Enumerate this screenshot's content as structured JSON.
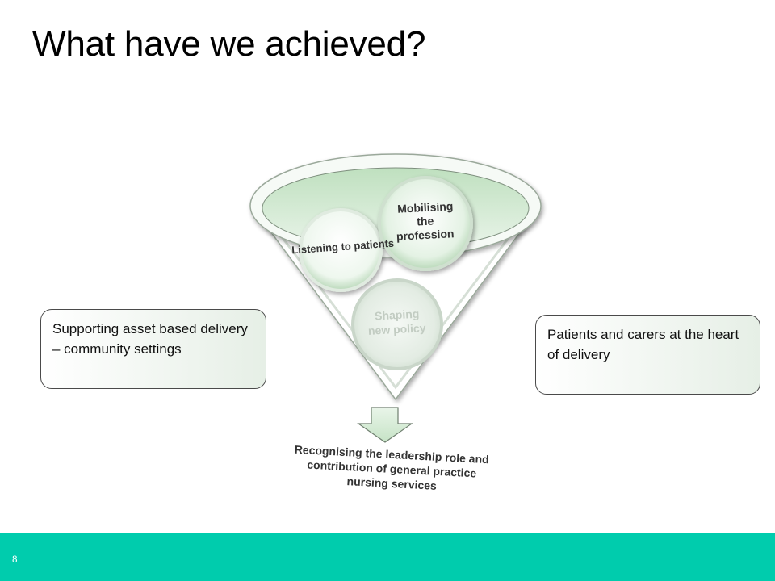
{
  "title": "What have we achieved?",
  "left_box": {
    "text": "Supporting asset based delivery –  community settings"
  },
  "right_box": {
    "text": "Patients and carers at the heart of delivery"
  },
  "diagram": {
    "circles": {
      "listening": "Listening to patients",
      "mobilising": [
        "Mobilising",
        "the",
        "profession"
      ],
      "shaping": [
        "Shaping",
        "new policy"
      ]
    },
    "outcome": [
      "Recognising the leadership role and",
      "contribution of general practice",
      "nursing services"
    ]
  },
  "colors": {
    "footer": "#00ccad",
    "box_fill": "#e6efe6",
    "funnel_rim": "#cfe6cf"
  },
  "footer": {
    "page_number": "8"
  }
}
